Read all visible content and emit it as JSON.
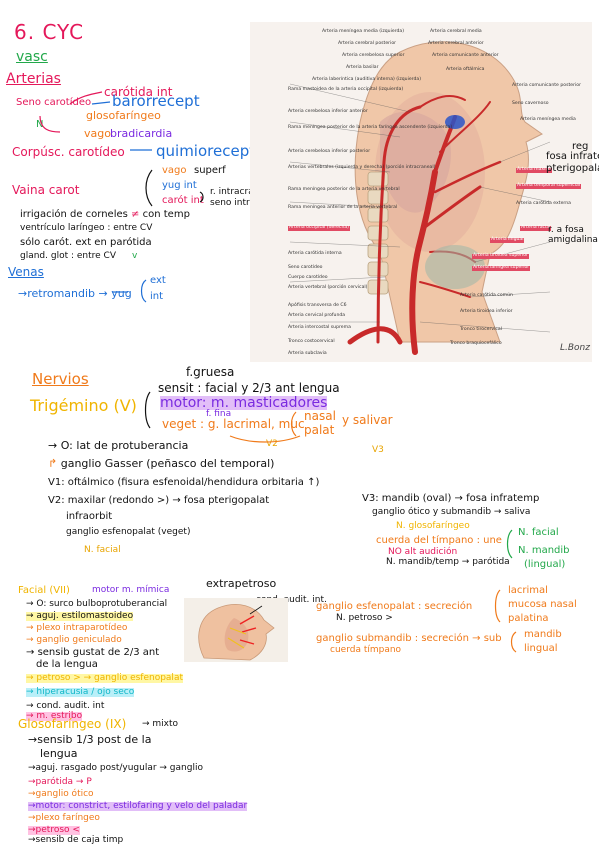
{
  "title": "6. CYC",
  "vasc": "vasc",
  "arterias": {
    "heading": "Arterias",
    "seno": "Seno carotídeo",
    "carotida_int": "carótida int",
    "barorecept": "barorrecept",
    "glosofaringeo": "glosofaríngeo",
    "n": "N",
    "vago": "vago",
    "bradicardia": "bradicardia",
    "corpusc": "Corpúsc. carotídeo",
    "quimiorecept": "quimiorecept",
    "vaina": "Vaina carot",
    "vaina_vago": "vago",
    "vaina_superf": "superf",
    "vaina_yug": "yug int",
    "vaina_carot": "carót int",
    "r_intracran": "r. intracran.",
    "seno_intracav": "seno intracav",
    "irrigacion": "irrigación de corneles",
    "con_temp": "con temp",
    "ventriculo": "ventrículo laríngeo : entre CV",
    "solo": "sólo carót. ext en parótida",
    "gland": "gland. glot : entre CV",
    "check": "v"
  },
  "venas": {
    "heading": "Venas",
    "ext": "ext",
    "int": "int",
    "retromandib": "retromandib",
    "yug": "yug"
  },
  "anatomy": {
    "labels_left": [
      "Rama mastoidea de la arteria occipital (izquierda)",
      "Arteria cerebelosa inferior anterior",
      "Rama meníngea posterior de la arteria faríngea ascendente (izquierda)",
      "Arteria cerebelosa inferior posterior",
      "Arterias vertebrales (izquierda y derecha) (porción intracraneal)",
      "Rama meníngea posterior de la arteria vertebral",
      "Rama meníngea anterior de la arteria vertebral",
      "Arteria occipital (derecha)",
      "Arteria carótida interna",
      "Seno carotídeo",
      "Cuerpo carotídeo",
      "Arteria vertebral (porción cervical)",
      "Apófisis transversa de C6",
      "Arteria cervical profunda",
      "Arteria intercostal suprema",
      "Tronco costocervical",
      "Arteria subclavia"
    ],
    "labels_top": [
      "Arteria meníngea media (izquierda)",
      "Arteria cerebral media",
      "Arteria cerebral posterior",
      "Arteria cerebral anterior",
      "Arteria cerebelosa superior",
      "Arteria comunicante anterior",
      "Arteria basilar",
      "Arteria oftálmica",
      "Arteria laberíntica (auditiva interna) (izquierda)"
    ],
    "labels_right": [
      "Arteria comunicante posterior",
      "Seno cavernoso",
      "Arteria meníngea media",
      "Arteria maxilar",
      "Arteria temporal superficial",
      "Arteria facial",
      "Arteria carótida externa",
      "Arteria lingual",
      "Arteria tiroidea superior",
      "Arteria laríngea superior",
      "Arteria carótida común",
      "Arteria tiroidea inferior",
      "Tronco tirocervical",
      "Tronco braquiocefálico"
    ],
    "ann_infratemp": "fosa infratemp",
    "ann_pteri": "pterigopalat",
    "ann_reg": "reg",
    "ann_amig": "r. a fosa amigdalina"
  },
  "nervios": {
    "heading": "Nervios",
    "trigemino": "Trigémino (V)",
    "f_gruesa": "f.gruesa",
    "sensit": "sensit : facial y 2/3 ant lengua",
    "motor": "motor: m. masticadores",
    "f_fina": "f. fina",
    "veget": "veget : g. lacrimal, muc",
    "nasal": "nasal",
    "palat": "palat",
    "y_salivar": "y salivar",
    "v2": "V2",
    "v3": "V3",
    "origen": "O: lat de protuberancia",
    "ganglio": "ganglio Gasser (peñasco del temporal)",
    "v1": "V1: oftálmico (fisura esfenoidal/hendidura orbitaria ↑)",
    "v2m": "V2: maxilar (redondo >) → fosa pterigopalat",
    "infraorbit": "infraorbit",
    "gang_esf": "ganglio esfenopalat (veget)",
    "n_facial_v2": "N. facial",
    "v3mandib": "V3: mandib (oval) → fosa infratemp",
    "gang_otico": "ganglio ótico y submandib → saliva",
    "n_gloso": "N. glosofaríngeo",
    "cuerda": "cuerda del tímpano : une",
    "no_alt": "NO alt audición",
    "n_mand": "N. mandib/temp → parótida",
    "n_facial_r": "N. facial",
    "n_mandib_r": "N. mandib",
    "lingual": "(lingual)"
  },
  "facial": {
    "heading": "Facial (VII)",
    "motor": "motor m. mímica",
    "extrapetroso": "extrapetroso",
    "conduct": "cond. audit. int.",
    "origen": "O: surco bulboprotuberancial",
    "aguj": "aguj. estilomastoideo",
    "plexo": "plexo intraparotídeo",
    "ganglio_gen": "ganglio geniculado",
    "sensib": "sensib gustat de 2/3 ant",
    "lengua": "de la lengua",
    "petroso": "petroso > → ganglio esfenopalat",
    "hiperacusia": "hiperacusia / ojo seco",
    "cond_audit": "cond. audit. int",
    "m_estribo": "m. estribo",
    "gang_esf": "ganglio esfenopalat : secreción",
    "lacrimal": "lacrimal",
    "mucosa": "mucosa nasal",
    "palatina": "palatina",
    "n_petroso": "N. petroso >",
    "gang_sub": "ganglio submandib : secreción → sub",
    "cuerda": "cuerda tímpano",
    "mandib": "mandib",
    "lingual": "lingual"
  },
  "glosof": {
    "heading": "Glosofaríngeo (IX)",
    "mixto": "mixto",
    "sensib": "sensib 1/3 post de la",
    "lengua": "lengua",
    "aguj": "aguj. rasgado post/yugular → ganglio",
    "parotida": "parótida",
    "p": "P",
    "gang_otico": "ganglio ótico",
    "motor": "motor: constrict, estilofaring y velo del paladar",
    "plexo": "plexo faríngeo",
    "petroso": "petroso <",
    "sensib_caja": "sensib de caja timp"
  },
  "signature": "L.Bonz"
}
